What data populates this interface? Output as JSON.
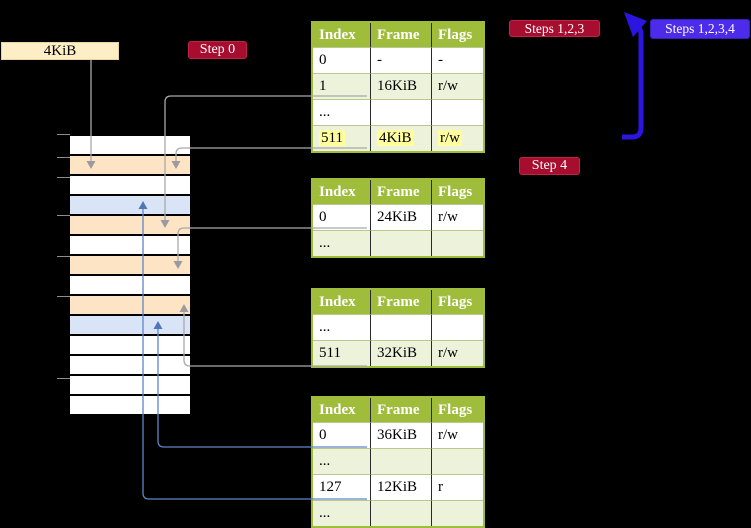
{
  "labels": {
    "memory": "4KiB",
    "step0": "Step 0",
    "steps123": "Steps 1,2,3",
    "steps1234": "Steps 1,2,3,4",
    "step4": "Step 4"
  },
  "tables": [
    {
      "name": "page-table-1",
      "headers": [
        "Index",
        "Frame",
        "Flags"
      ],
      "rows": [
        {
          "cells": [
            "0",
            "-",
            "-"
          ],
          "shade": false,
          "highlight": false
        },
        {
          "cells": [
            "1",
            "16KiB",
            "r/w"
          ],
          "shade": true,
          "highlight": false
        },
        {
          "cells": [
            "...",
            "",
            ""
          ],
          "shade": false,
          "highlight": false
        },
        {
          "cells": [
            "511",
            "4KiB",
            "r/w"
          ],
          "shade": true,
          "highlight": true
        }
      ]
    },
    {
      "name": "page-table-2",
      "headers": [
        "Index",
        "Frame",
        "Flags"
      ],
      "rows": [
        {
          "cells": [
            "0",
            "24KiB",
            "r/w"
          ],
          "shade": false,
          "highlight": false
        },
        {
          "cells": [
            "...",
            "",
            ""
          ],
          "shade": true,
          "highlight": false
        }
      ]
    },
    {
      "name": "page-table-3",
      "headers": [
        "Index",
        "Frame",
        "Flags"
      ],
      "rows": [
        {
          "cells": [
            "...",
            "",
            ""
          ],
          "shade": false,
          "highlight": false
        },
        {
          "cells": [
            "511",
            "32KiB",
            "r/w"
          ],
          "shade": true,
          "highlight": false
        }
      ]
    },
    {
      "name": "page-table-4",
      "headers": [
        "Index",
        "Frame",
        "Flags"
      ],
      "rows": [
        {
          "cells": [
            "0",
            "36KiB",
            "r/w"
          ],
          "shade": false,
          "highlight": false
        },
        {
          "cells": [
            "...",
            "",
            ""
          ],
          "shade": true,
          "highlight": false
        },
        {
          "cells": [
            "127",
            "12KiB",
            "r"
          ],
          "shade": false,
          "highlight": false
        },
        {
          "cells": [
            "...",
            "",
            ""
          ],
          "shade": true,
          "highlight": false
        }
      ]
    }
  ],
  "memory_stack": {
    "rows": [
      "white",
      "peach",
      "white",
      "blue",
      "peach",
      "white",
      "peach",
      "white",
      "peach",
      "blue",
      "white",
      "white",
      "white",
      "white"
    ]
  },
  "colors": {
    "background": "#000000",
    "crimson_label": "#a60d2e",
    "blue_label": "#4c2bea",
    "loop_arrow_blue": "#2b16e0",
    "table_header_green": "#9fbc3a",
    "row_light_green": "#edf2da",
    "highlight_yellow": "#ffff9d",
    "stack_peach": "#fce4c4",
    "stack_blue": "#d9e5f6",
    "stack_white": "#ffffff",
    "memory_label_bg": "#fdeec5",
    "connector_gray": "#a9a9a9",
    "connector_blue": "#5f86c5"
  }
}
